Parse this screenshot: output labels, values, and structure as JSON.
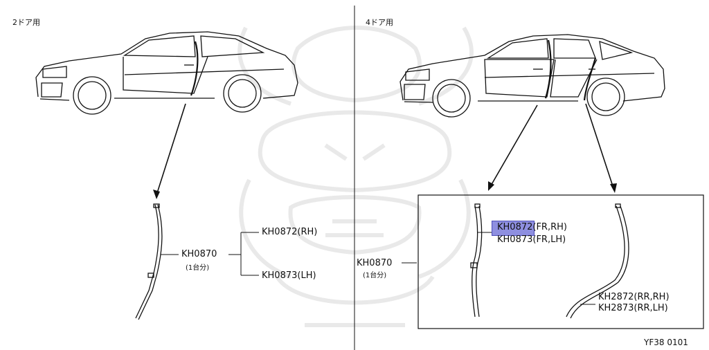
{
  "left_panel": {
    "title": "2ドア用",
    "part_main": "KH0870",
    "part_main_sub": "(1台分)",
    "part_rh": "KH0872(RH)",
    "part_lh": "KH0873(LH)"
  },
  "right_panel": {
    "title": "4ドア用",
    "part_main": "KH0870",
    "part_main_sub": "(1台分)",
    "part_fr_rh": "KH0872(FR,RH)",
    "part_fr_lh": "KH0873(FR,LH)",
    "part_rr_rh": "KH2872(RR,RH)",
    "part_rr_lh": "KH2873(RR,LH)",
    "highlight_color": "#8e8fe0"
  },
  "footer_code": "YF38  0101"
}
